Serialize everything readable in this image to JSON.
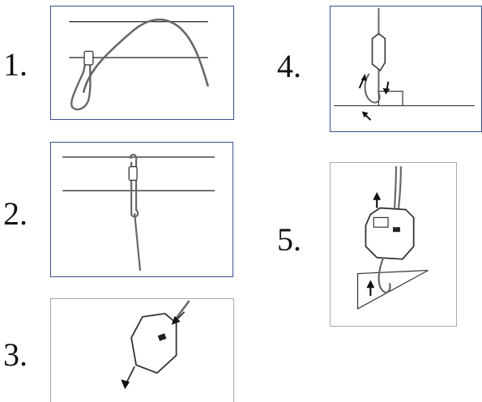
{
  "steps": [
    {
      "number": "1."
    },
    {
      "number": "2."
    },
    {
      "number": "3."
    },
    {
      "number": "4."
    },
    {
      "number": "5."
    }
  ],
  "colors": {
    "frame_border_blue": "#3a4e8c",
    "frame_border_gray": "#a8a8a8",
    "line": "#333333",
    "cable": "#666666"
  },
  "icons": [
    "cable-loop-icon",
    "wire-rope-icon",
    "gripper-icon",
    "arrow-icon",
    "wedge-tool-icon"
  ]
}
